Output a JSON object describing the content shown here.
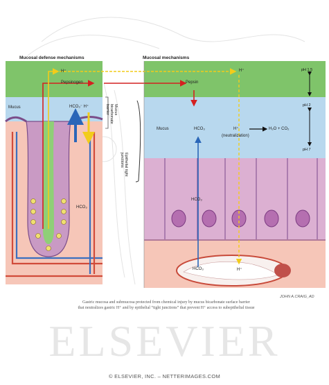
{
  "panels": {
    "left_title": "Mucosal defense mechanisms",
    "right_title": "Mucosal mechanisms"
  },
  "left_labels": {
    "h_plus": "H⁺",
    "pepsinogen": "Pepsinogen",
    "mucus": "Mucus",
    "hco3_h": "HCO₃⁻  H⁺",
    "hco3_gland": "HCO₃",
    "bicarbonate_barrier": "Mucus bicarbonate barrier",
    "tight_junctions": "Epithelial tight junctions"
  },
  "right_labels": {
    "h_plus_top": "H⁺",
    "pepsin": "Pepsin",
    "mucus": "Mucus",
    "hco3_mucus": "HCO₃",
    "h_plus_mucus": "H⁺",
    "neutralization": "(neutralization)",
    "product": "H₂O + CO₂",
    "hco3_epithelium": "HCO₃",
    "hco3_vessel": "HCO₃",
    "h_plus_vessel": "H⁺",
    "ph_top": "pH 1.5",
    "ph_mid": "pH 2",
    "ph_low": "pH 7"
  },
  "colors": {
    "lumen": "#7fc46a",
    "mucus": "#b8d8ee",
    "epithelium": "#dcb0d2",
    "submucosa": "#f6c6b8",
    "acid_arrow": "#f2cc1a",
    "pepsin_arrow": "#d42020",
    "bicarb_arrow": "#2a66b8"
  },
  "caption_line1": "Gastric mucosa and submucosa protected from chemical injury by mucus bicarbonate surface barrier",
  "caption_line2": "that neutralizes gastric H⁺ and by epithelial “tight junctions” that prevent H⁺ access to subepithelial tissue",
  "signature": "JOHN A.CRAIG_AD",
  "watermark": "ELSEVIER",
  "copyright": "© ELSEVIER, INC. – NETTERIMAGES.COM"
}
